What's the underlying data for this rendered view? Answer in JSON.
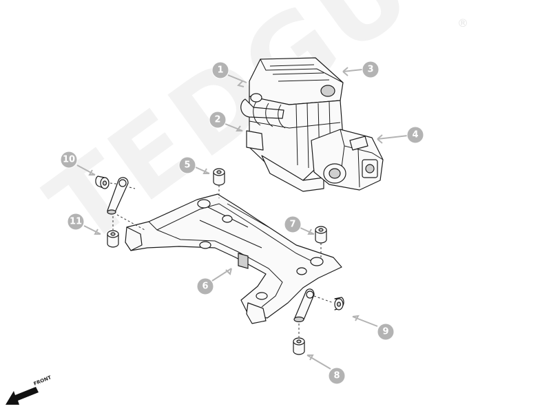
{
  "watermark": {
    "brand": "TEDGUM",
    "registered_mark": "®"
  },
  "orientation": {
    "label": "FRONT"
  },
  "callouts": [
    {
      "id": "1"
    },
    {
      "id": "2"
    },
    {
      "id": "3"
    },
    {
      "id": "4"
    },
    {
      "id": "5"
    },
    {
      "id": "6"
    },
    {
      "id": "7"
    },
    {
      "id": "8"
    },
    {
      "id": "9"
    },
    {
      "id": "10"
    },
    {
      "id": "11"
    }
  ],
  "colors": {
    "callout": "#b3b3b3",
    "watermark": "#f2f2f2",
    "line": "#1a1a1a"
  }
}
